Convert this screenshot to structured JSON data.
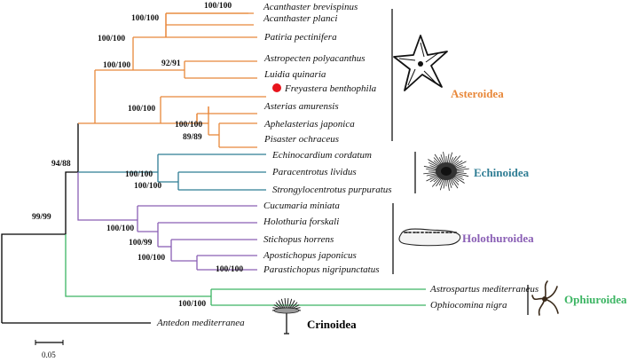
{
  "colors": {
    "asteroidea": "#e8883a",
    "echinoidea": "#2f7d94",
    "holothuroidea": "#8a5fb5",
    "ophiuroidea": "#3cb563",
    "crinoidea": "#000000",
    "backbone": "#000000",
    "highlight": "#e8141c"
  },
  "taxa": {
    "t1": "Acanthaster brevispinus",
    "t2": "Acanthaster planci",
    "t3": "Patiria pectinifera",
    "t4": "Astropecten polyacanthus",
    "t5": "Luidia quinaria",
    "t6": "Freyastera benthophila",
    "t7": "Asterias amurensis",
    "t8": "Aphelasterias japonica",
    "t9": "Pisaster ochraceus",
    "t10": "Echinocardium cordatum",
    "t11": "Paracentrotus lividus",
    "t12": "Strongylocentrotus purpuratus",
    "t13": "Cucumaria miniata",
    "t14": "Holothuria forskali",
    "t15": "Stichopus horrens",
    "t16": "Apostichopus japonicus",
    "t17": "Parastichopus nigripunctatus",
    "t18": "Astrospartus mediterraneus",
    "t19": "Ophiocomina nigra",
    "t20": "Antedon mediterranea"
  },
  "support": {
    "acanthaster": "100/100",
    "acan_patiria": "100/100",
    "astro_luidia": "92/91",
    "asteroid_main": "100/100",
    "freyastera_clade": "100/100",
    "asterias_clade": "100/100",
    "aphel_pisaster": "89/89",
    "asteroid_echinoid": "94/88",
    "echinoidea": "100/100",
    "echino_sub": "100/100",
    "eleutherozoa": "99/99",
    "holothuroidea": "100/100",
    "holo_sub": "100/99",
    "stichopus_clade": "100/100",
    "apostichopus": "100/100",
    "ophiuroidea": "100/100"
  },
  "groups": {
    "asteroidea": "Asteroidea",
    "echinoidea": "Echinoidea",
    "holothuroidea": "Holothuroidea",
    "ophiuroidea": "Ophiuroidea",
    "crinoidea": "Crinoidea"
  },
  "icons": {
    "asteroidea": "starfish-icon",
    "echinoidea": "sea-urchin-icon",
    "holothuroidea": "sea-cucumber-icon",
    "ophiuroidea": "brittle-star-icon",
    "crinoidea": "crinoid-icon"
  },
  "scale_bar": {
    "label": "0.05"
  }
}
